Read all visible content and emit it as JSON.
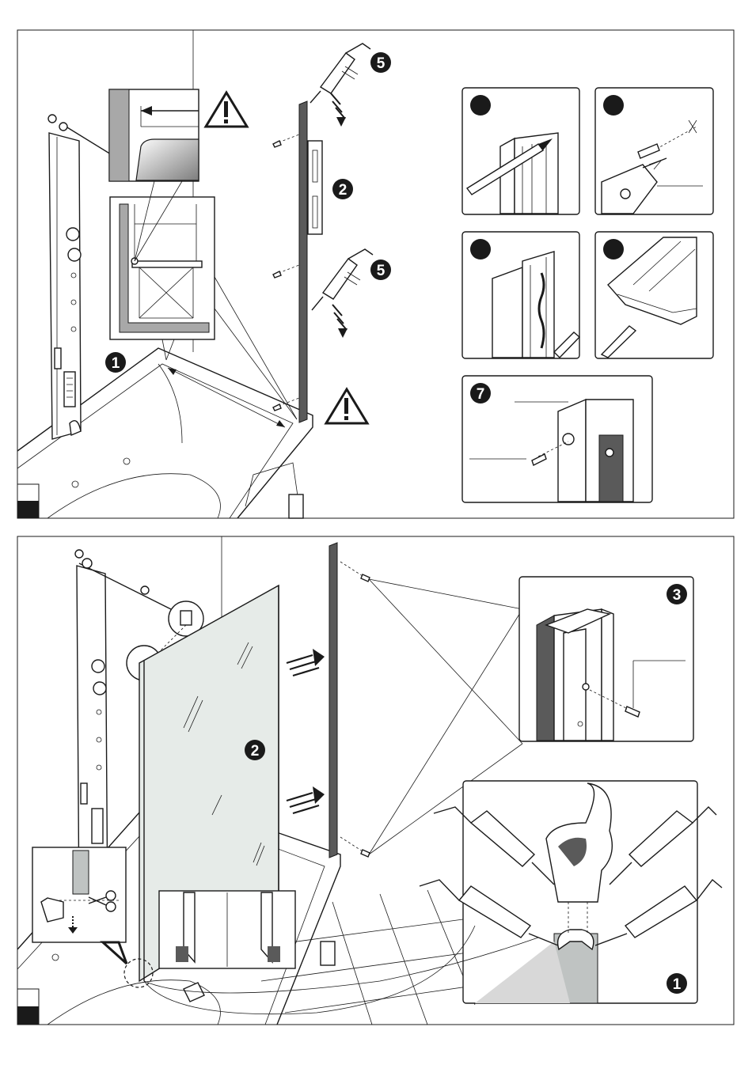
{
  "colors": {
    "ink": "#1a1a1a",
    "glass": "#e6ebe8",
    "grey": "#bfc3c2",
    "dark": "#5a5a5a",
    "paper": "#ffffff"
  },
  "panel_top": {
    "step_markers": [
      {
        "label": "1",
        "icon": "step-badge-icon"
      },
      {
        "label": "2",
        "icon": "step-badge-icon"
      },
      {
        "label": "5",
        "icon": "step-badge-icon"
      },
      {
        "label": "5",
        "icon": "step-badge-icon"
      },
      {
        "label": "7",
        "icon": "step-badge-icon"
      }
    ],
    "warning_icons": [
      "warning-triangle-icon",
      "warning-triangle-icon"
    ],
    "detail_insets": [
      "chisel-inset",
      "drill-inset",
      "sealant-bead-inset",
      "profile-silicone-inset",
      "screw-fixing-inset"
    ]
  },
  "panel_bottom": {
    "step_markers": [
      {
        "label": "2",
        "icon": "step-badge-icon"
      },
      {
        "label": "3",
        "icon": "step-badge-icon"
      },
      {
        "label": "1",
        "icon": "step-badge-icon"
      }
    ],
    "detail_insets": [
      "profile-screw-inset",
      "silicone-cartridge-inset",
      "scissors-trim-inset",
      "bottom-seal-inset"
    ]
  }
}
